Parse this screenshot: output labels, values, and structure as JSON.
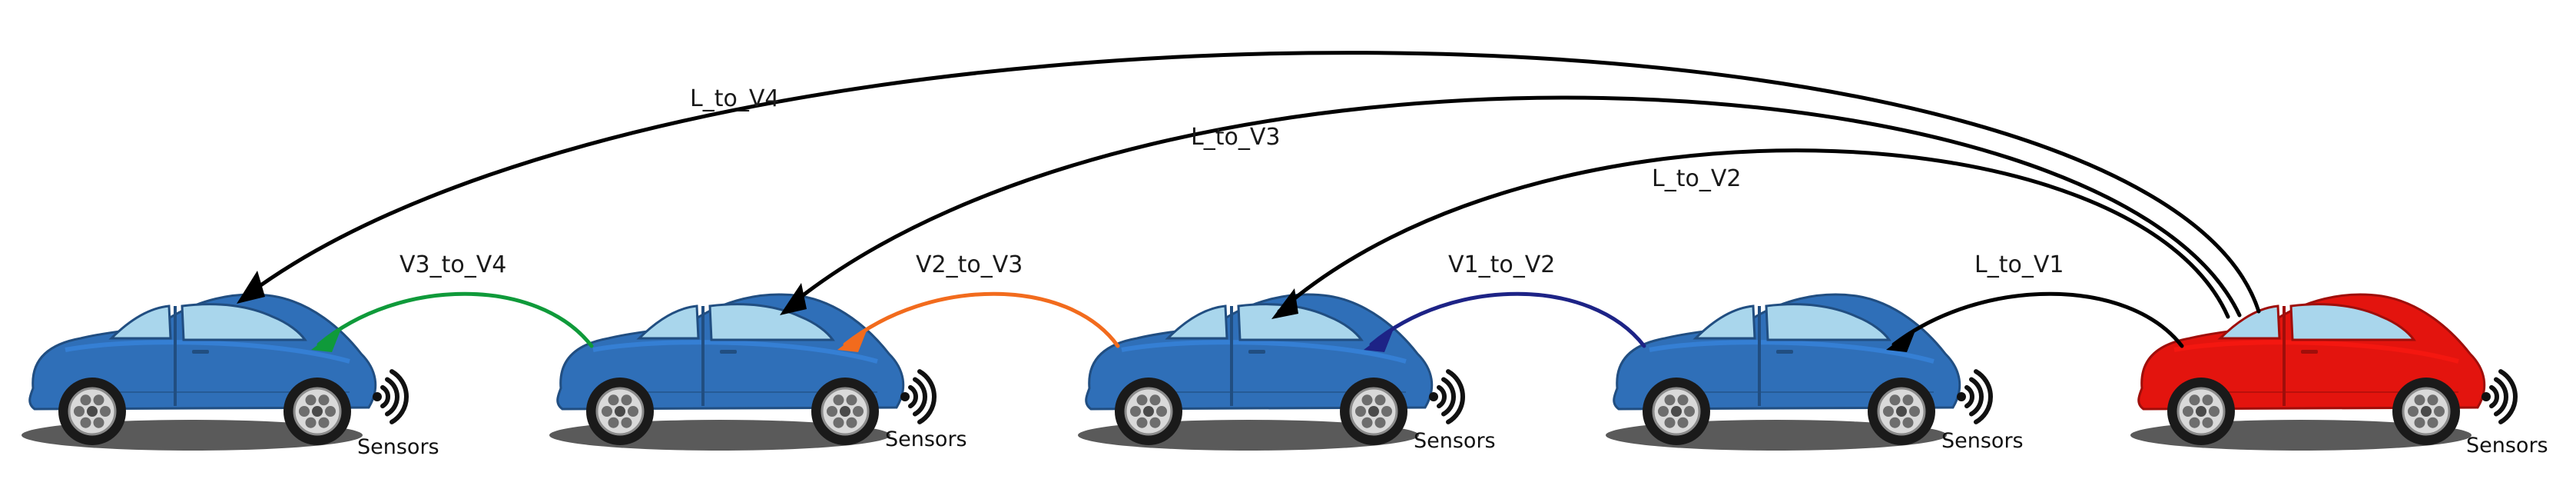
{
  "diagram": {
    "sensor_label": "Sensors",
    "vehicles": [
      {
        "id": "V4",
        "color": "#2f6fb8"
      },
      {
        "id": "V3",
        "color": "#2f6fb8"
      },
      {
        "id": "V2",
        "color": "#2f6fb8"
      },
      {
        "id": "V1",
        "color": "#2f6fb8"
      },
      {
        "id": "L",
        "color": "#e3140e"
      }
    ],
    "links": [
      {
        "label": "V3_to_V4",
        "color": "#0f9a3a"
      },
      {
        "label": "V2_to_V3",
        "color": "#f26b1d"
      },
      {
        "label": "V1_to_V2",
        "color": "#1d2386"
      },
      {
        "label": "L_to_V1",
        "color": "#000000"
      },
      {
        "label": "L_to_V2",
        "color": "#000000"
      },
      {
        "label": "L_to_V3",
        "color": "#000000"
      },
      {
        "label": "L_to_V4",
        "color": "#000000"
      }
    ]
  }
}
